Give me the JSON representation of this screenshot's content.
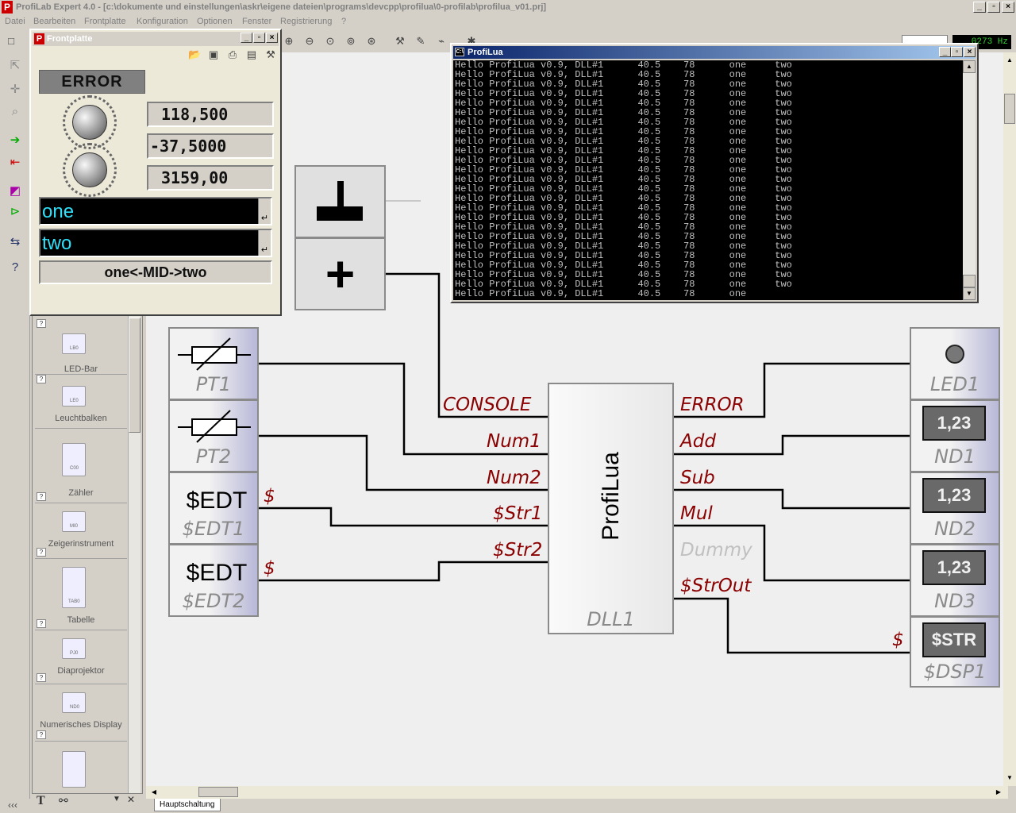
{
  "window": {
    "title": "ProfiLab Expert 4.0 - [c:\\dokumente und einstellungen\\askr\\eigene dateien\\programs\\devcpp\\profilua\\0-profilab\\profilua_v01.prj]",
    "menu": [
      "Datei",
      "Bearbeiten",
      "Frontplatte",
      "Konfiguration",
      "Optionen",
      "Fenster",
      "Registrierung",
      "?"
    ],
    "freq_display": "0273 Hz",
    "controls": [
      "_",
      "▫",
      "×"
    ]
  },
  "frontplatte": {
    "title": "Frontplatte",
    "error_label": "ERROR",
    "values": [
      "118,500",
      "-37,5000",
      "3159,00"
    ],
    "edit1": "one",
    "edit2": "two",
    "result": "one<-MID->two"
  },
  "console": {
    "title": "ProfiLua",
    "line": "Hello ProfiLua v0.9, DLL#1      40.5    78      one     two",
    "last_line": "Hello ProfiLua v0.9, DLL#1      40.5    78      one"
  },
  "palette": {
    "items": [
      {
        "label": "LED-Bar",
        "icon": "LB0"
      },
      {
        "label": "Leuchtbalken",
        "icon": "LE0"
      },
      {
        "label": "Zähler",
        "icon": "C00"
      },
      {
        "label": "Zeigerinstrument",
        "icon": "MI0"
      },
      {
        "label": "Tabelle",
        "icon": "TAB0"
      },
      {
        "label": "Diaprojektor",
        "icon": "PJ0"
      },
      {
        "label": "Numerisches Display",
        "icon": "ND0"
      }
    ]
  },
  "schematic": {
    "main_block": {
      "title": "ProfiLua",
      "name": "DLL1"
    },
    "inputs": [
      "CONSOLE",
      "Num1",
      "Num2",
      "$Str1",
      "$Str2"
    ],
    "outputs": [
      "ERROR",
      "Add",
      "Sub",
      "Mul",
      "Dummy",
      "$StrOut"
    ],
    "left": [
      {
        "name": "PT1"
      },
      {
        "name": "PT2"
      },
      {
        "label": "$EDT",
        "name": "$EDT1"
      },
      {
        "label": "$EDT",
        "name": "$EDT2"
      }
    ],
    "right": [
      {
        "name": "LED1"
      },
      {
        "display": "1,23",
        "name": "ND1"
      },
      {
        "display": "1,23",
        "name": "ND2"
      },
      {
        "display": "1,23",
        "name": "ND3"
      },
      {
        "display": "$STR",
        "name": "$DSP1"
      }
    ],
    "string_marker": "$"
  },
  "tabs": {
    "main": "Hauptschaltung"
  },
  "status": {
    "collapse": "‹‹‹"
  }
}
